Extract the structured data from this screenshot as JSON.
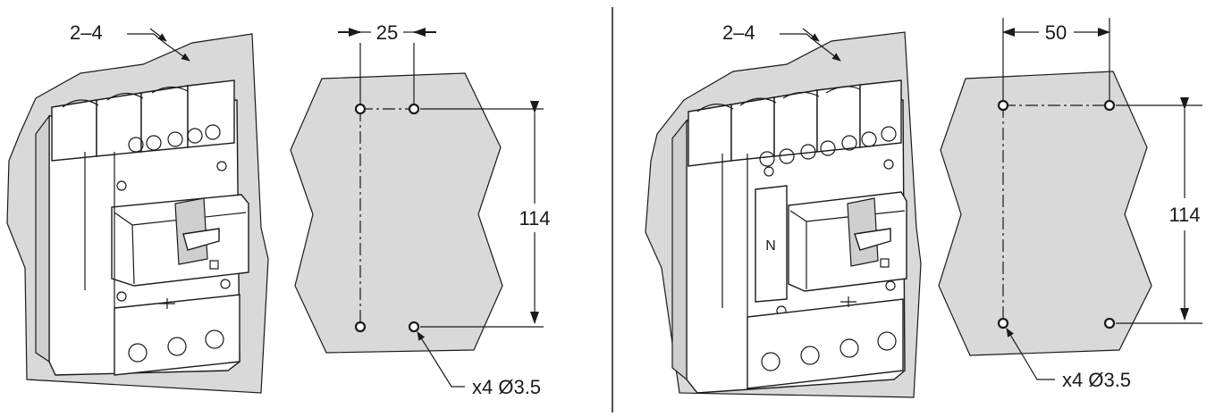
{
  "left": {
    "thickness_label": "2–4",
    "spacing_label": "25",
    "height_label": "114",
    "holes_label": "x4  Ø3.5"
  },
  "right": {
    "thickness_label": "2–4",
    "spacing_label": "50",
    "height_label": "114",
    "holes_label": "x4  Ø3.5",
    "neutral_label": "N"
  }
}
